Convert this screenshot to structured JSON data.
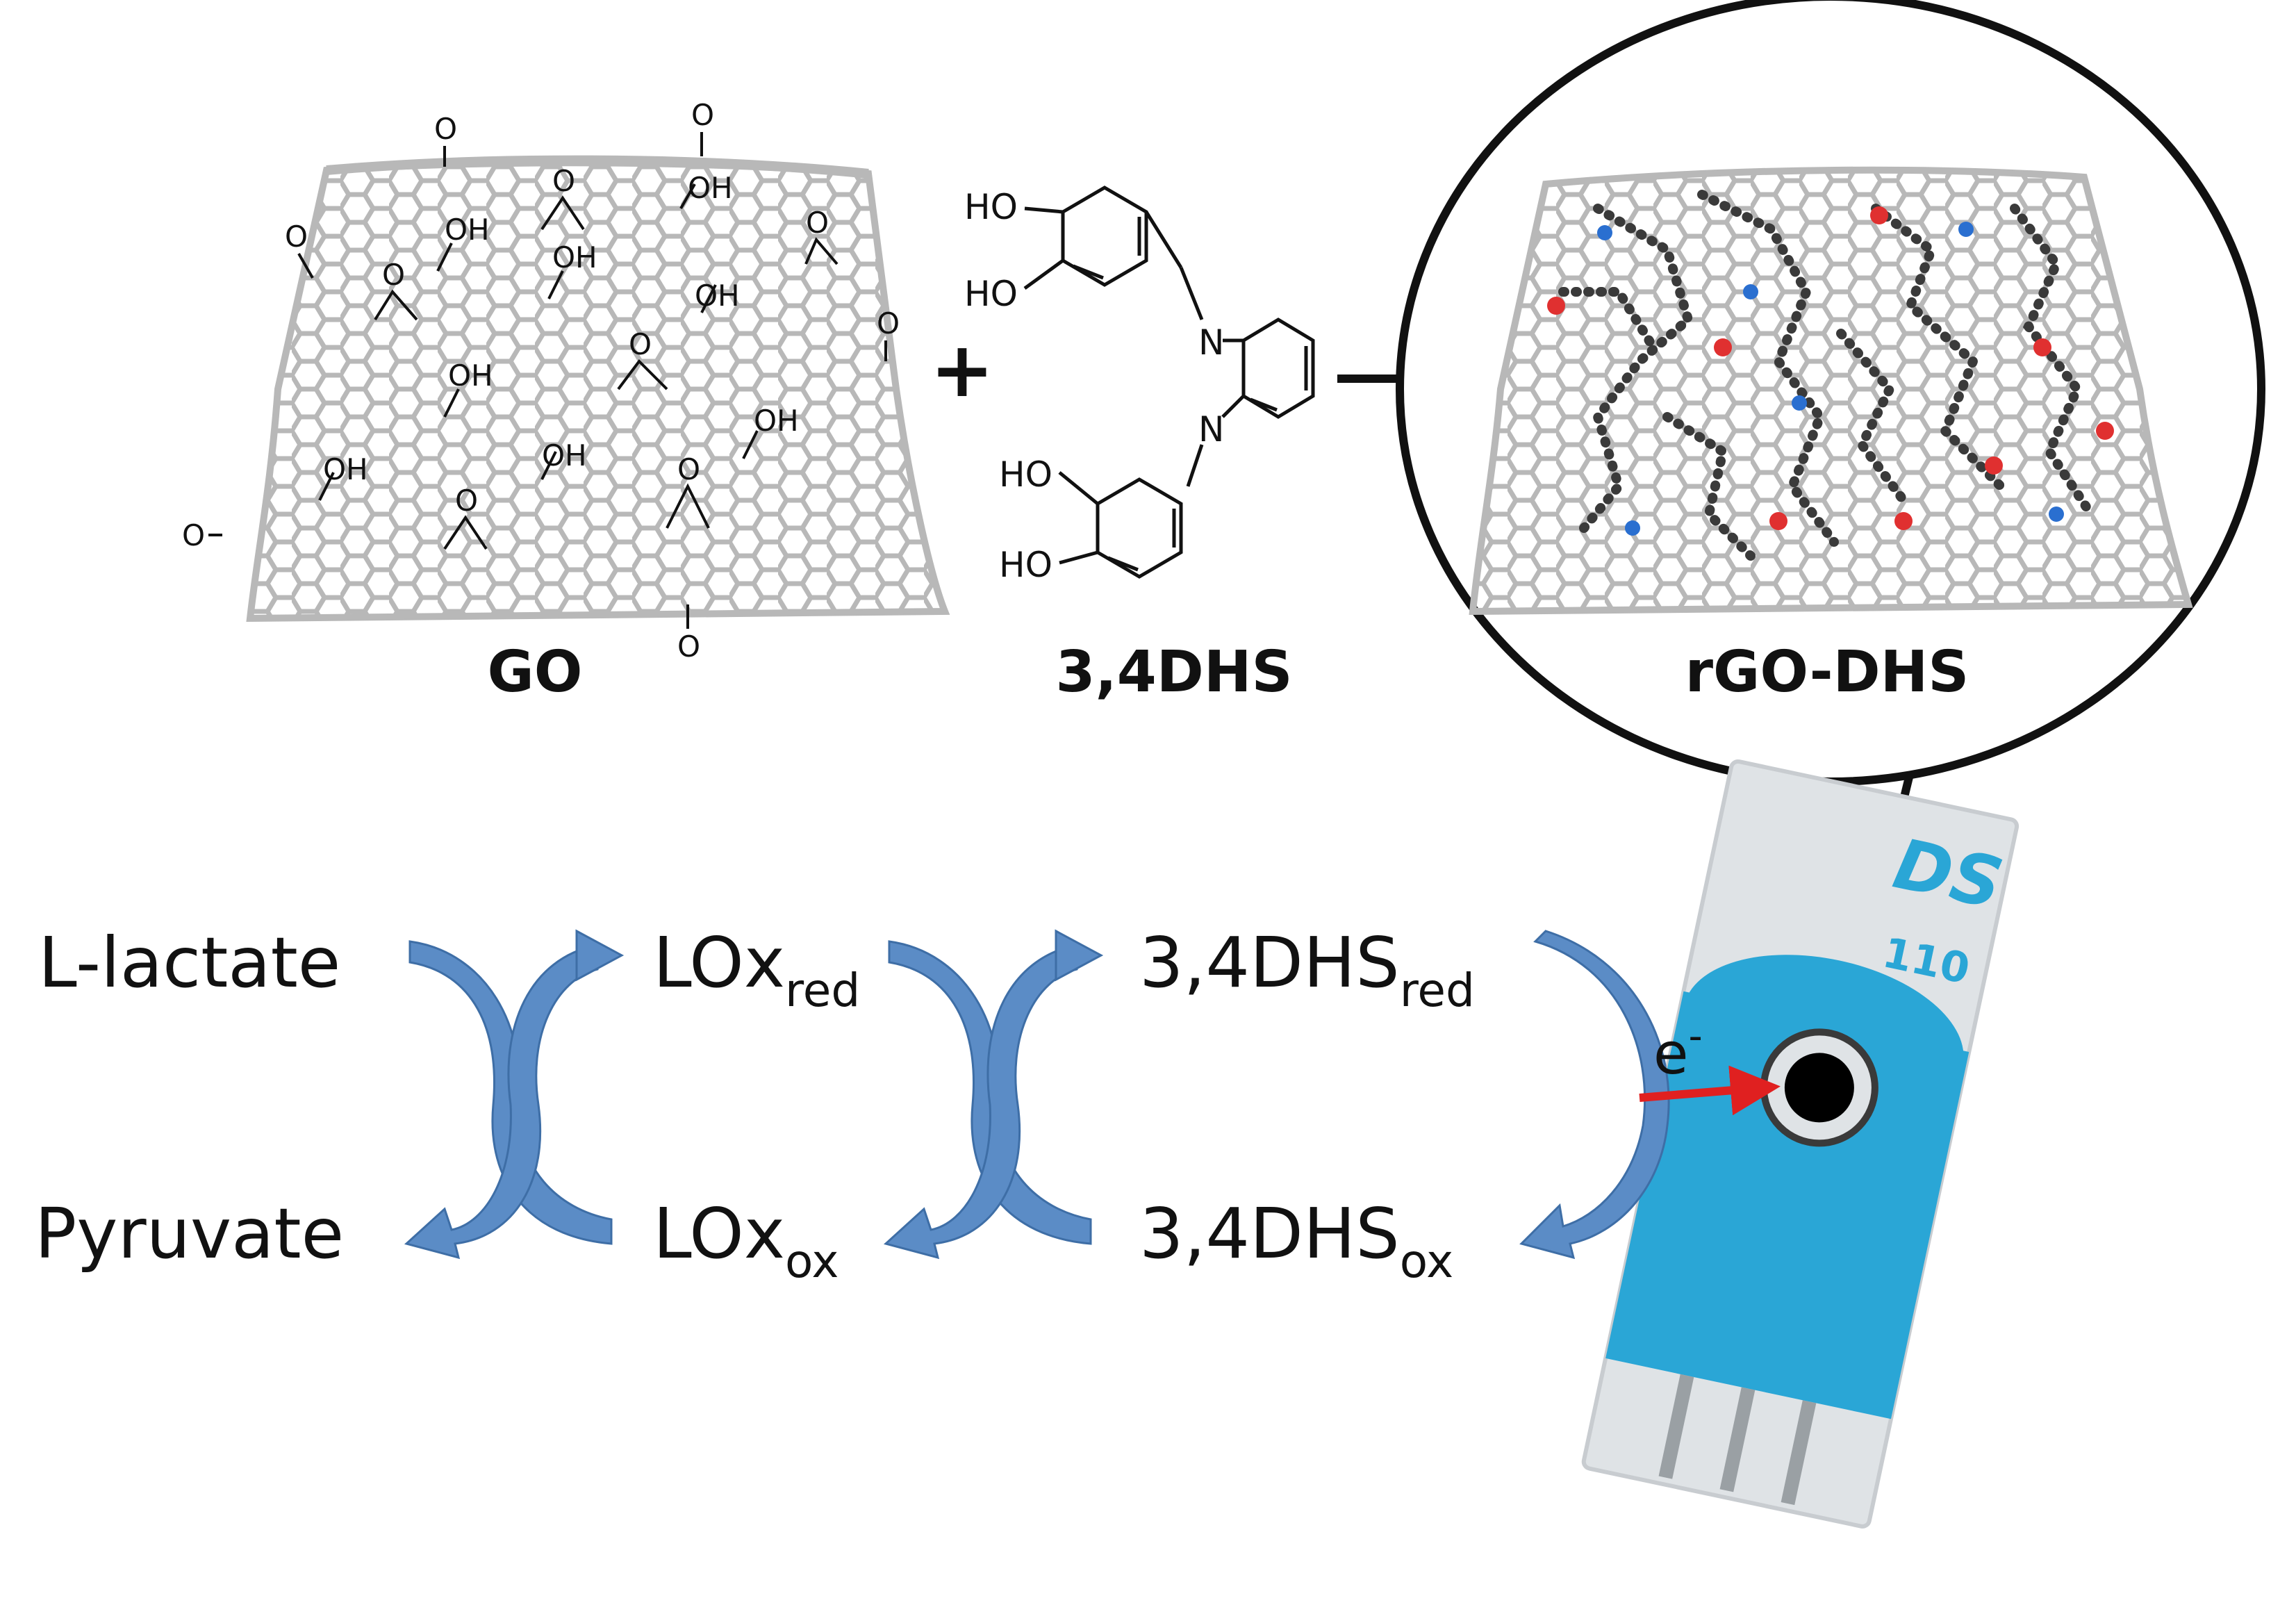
{
  "labels": {
    "go": "GO",
    "dhs": "3,4DHS",
    "rgo": "rGO-DHS",
    "plus": "+"
  },
  "go_groups": {
    "oh": "OH",
    "o": "O"
  },
  "dhs_structure": {
    "ho": "HO",
    "n": "N"
  },
  "cycle": {
    "lactate": "L-lactate",
    "pyruvate": "Pyruvate",
    "lox": "LOx",
    "red": "red",
    "ox": "ox",
    "dhs": "3,4DHS",
    "electron": "e",
    "electron_sup": "-"
  },
  "strip": {
    "brand": "DS",
    "model": "110"
  },
  "colors": {
    "lattice": "#b8b8b8",
    "cycle_arrow": "#5b8cc6",
    "electron_arrow": "#e02020",
    "strip_blue": "#2aa6d6",
    "strip_body": "#dfe3e6",
    "carbon": "#3a3a3a",
    "oxygen": "#e03030",
    "nitrogen": "#2a6fd0"
  }
}
